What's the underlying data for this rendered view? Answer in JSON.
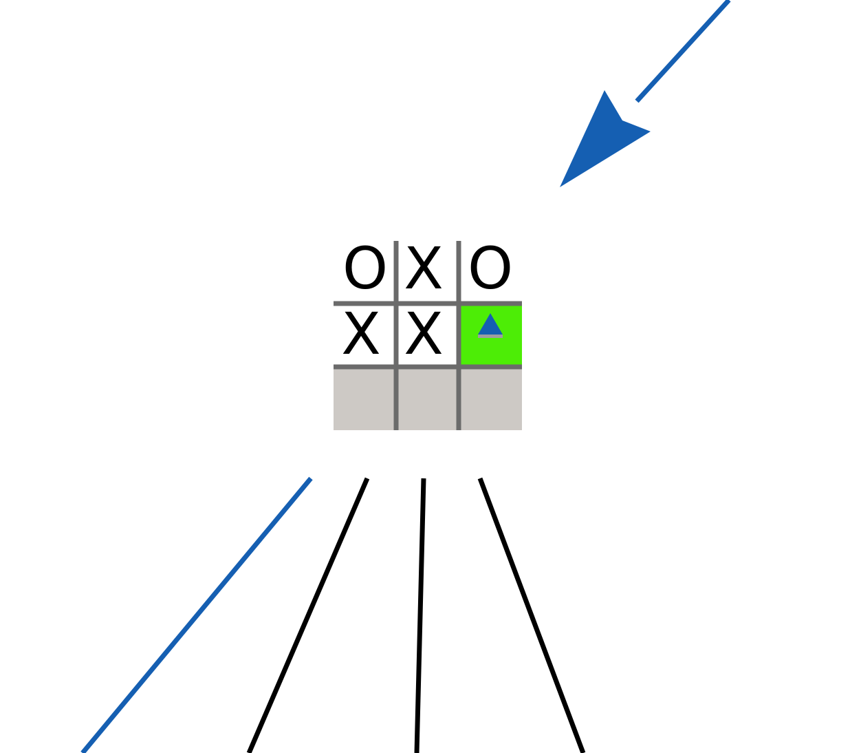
{
  "board": {
    "rows": [
      [
        "O",
        "X",
        "O"
      ],
      [
        "X",
        "X",
        ""
      ],
      [
        "",
        "",
        ""
      ]
    ],
    "highlighted_cell": {
      "row": 1,
      "col": 2
    },
    "played_marker": "blue-triangle-marker-icon",
    "rows_shown": 2
  },
  "edges": {
    "incoming": {
      "count": 1,
      "style": "highlighted",
      "arrow": true
    },
    "outgoing": [
      {
        "style": "highlighted"
      },
      {
        "style": "normal"
      },
      {
        "style": "normal"
      },
      {
        "style": "normal"
      }
    ]
  },
  "colors": {
    "highlight_edge": "#155fb2",
    "normal_edge": "#000000",
    "grid_line": "#6b6b6b",
    "highlight_cell": "#4ded06",
    "empty_row": "#cdc9c5",
    "marker_bar": "#9e9e9e"
  }
}
